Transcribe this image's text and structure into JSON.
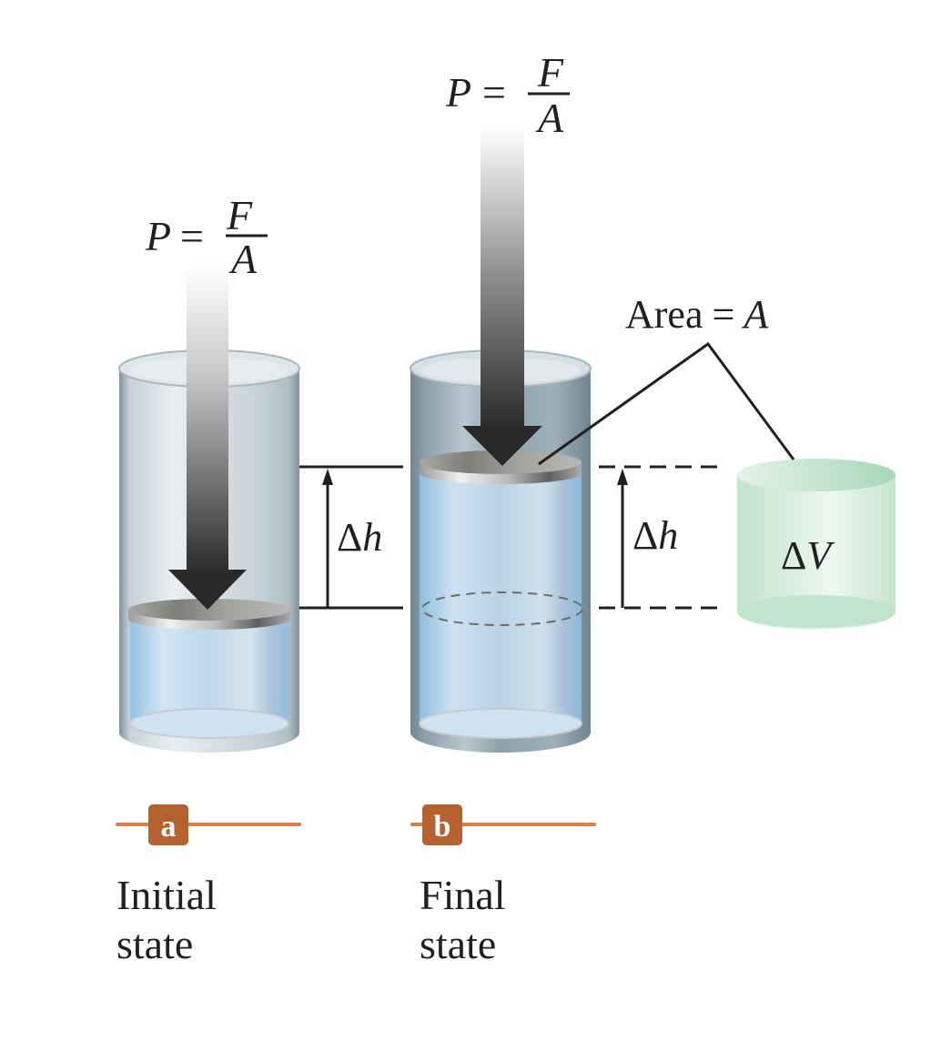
{
  "figure": {
    "formula_left": {
      "lhs": "P",
      "equals": "=",
      "numerator": "F",
      "denominator": "A"
    },
    "formula_right": {
      "lhs": "P",
      "equals": "=",
      "numerator": "F",
      "denominator": "A"
    },
    "area_label": {
      "text": "Area",
      "equals": "=",
      "symbol": "A"
    },
    "delta_h_left": {
      "delta": "Δ",
      "var": "h"
    },
    "delta_h_right": {
      "delta": "Δ",
      "var": "h"
    },
    "delta_v": {
      "delta": "Δ",
      "var": "V"
    },
    "panels": [
      {
        "badge": "a",
        "caption_line1": "Initial",
        "caption_line2": "state"
      },
      {
        "badge": "b",
        "caption_line1": "Final",
        "caption_line2": "state"
      }
    ],
    "colors": {
      "badge": "#b5622f",
      "badge_line": "#e07b4a",
      "cylinder_wall": "#7a8e99",
      "liquid": "#a9cde9",
      "volume_green": "#bfe2cc",
      "text": "#231f20"
    }
  }
}
